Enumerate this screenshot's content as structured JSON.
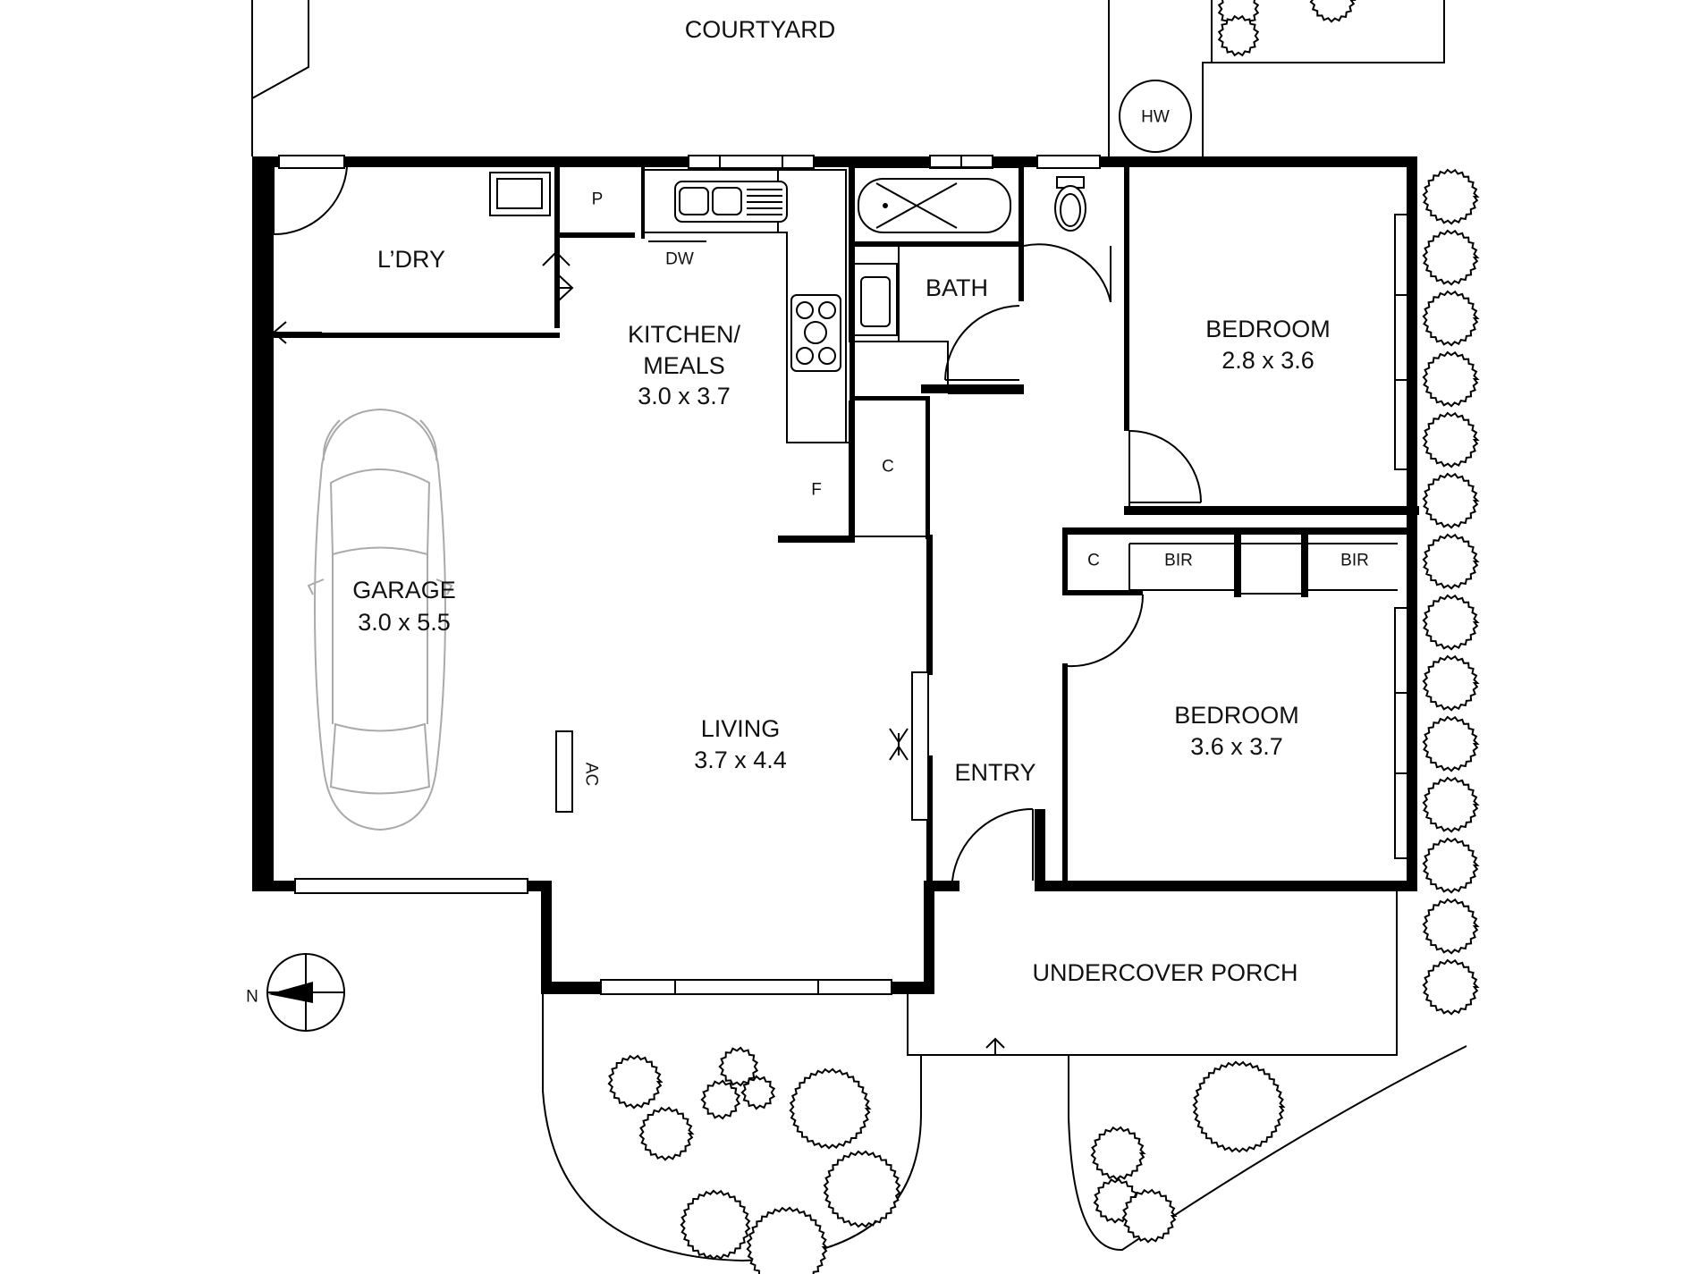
{
  "rooms": {
    "courtyard": "COURTYARD",
    "hot_water": "HW",
    "laundry": "L’DRY",
    "pantry": "P",
    "dishwasher": "DW",
    "kitchen_line1": "KITCHEN/",
    "kitchen_line2": "MEALS",
    "kitchen_dim": "3.0 x 3.7",
    "bath": "BATH",
    "bedroom1": "BEDROOM",
    "bedroom1_dim": "2.8 x 3.6",
    "cupboard_hall": "C",
    "fridge": "F",
    "cupboard_bed": "C",
    "bir1": "BIR",
    "bir2": "BIR",
    "garage": "GARAGE",
    "garage_dim": "3.0 x 5.5",
    "living": "LIVING",
    "living_dim": "3.7 x 4.4",
    "air_con": "AC",
    "entry": "ENTRY",
    "bedroom2": "BEDROOM",
    "bedroom2_dim": "3.6 x 3.7",
    "porch": "UNDERCOVER PORCH"
  },
  "compass": {
    "north": "N"
  }
}
